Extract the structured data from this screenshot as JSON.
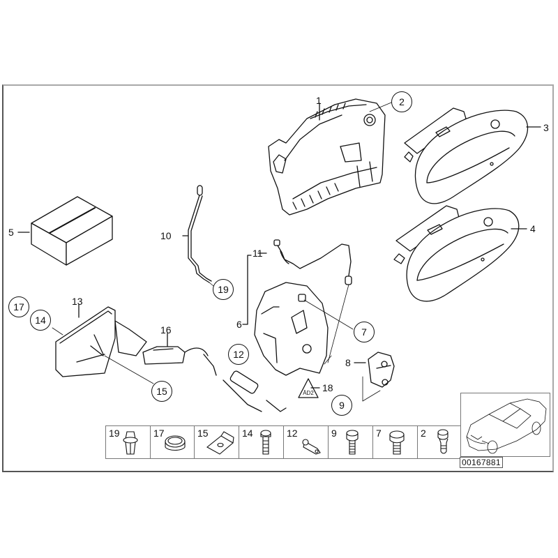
{
  "diagram": {
    "reference_number": "00167881",
    "colors": {
      "line": "#111111",
      "frame_light": "#a8a8a8",
      "frame_dark": "#555555",
      "background": "#ffffff"
    }
  },
  "callouts": {
    "plain": [
      {
        "id": "1",
        "label": "1"
      },
      {
        "id": "3",
        "label": "3"
      },
      {
        "id": "4",
        "label": "4"
      },
      {
        "id": "5",
        "label": "5"
      },
      {
        "id": "6",
        "label": "6"
      },
      {
        "id": "8",
        "label": "8"
      },
      {
        "id": "10",
        "label": "10"
      },
      {
        "id": "11",
        "label": "11"
      },
      {
        "id": "13",
        "label": "13"
      },
      {
        "id": "16",
        "label": "16"
      },
      {
        "id": "18",
        "label": "18"
      }
    ],
    "circled": [
      {
        "id": "2",
        "label": "2"
      },
      {
        "id": "7",
        "label": "7"
      },
      {
        "id": "9",
        "label": "9"
      },
      {
        "id": "12",
        "label": "12"
      },
      {
        "id": "14",
        "label": "14"
      },
      {
        "id": "15",
        "label": "15"
      },
      {
        "id": "17",
        "label": "17"
      },
      {
        "id": "19",
        "label": "19"
      }
    ]
  },
  "parts_tray": [
    {
      "label": "19",
      "icon": "expanding-rivet-icon"
    },
    {
      "label": "17",
      "icon": "grommet-plug-icon"
    },
    {
      "label": "15",
      "icon": "spring-nut-clip-icon"
    },
    {
      "label": "14",
      "icon": "torx-screw-short-icon"
    },
    {
      "label": "12",
      "icon": "cable-holder-clip-icon"
    },
    {
      "label": "9",
      "icon": "torx-bolt-icon"
    },
    {
      "label": "7",
      "icon": "torx-bolt-wide-icon"
    },
    {
      "label": "2",
      "icon": "stepped-screw-icon"
    }
  ],
  "inset": {
    "icon": "car-outline-icon"
  }
}
